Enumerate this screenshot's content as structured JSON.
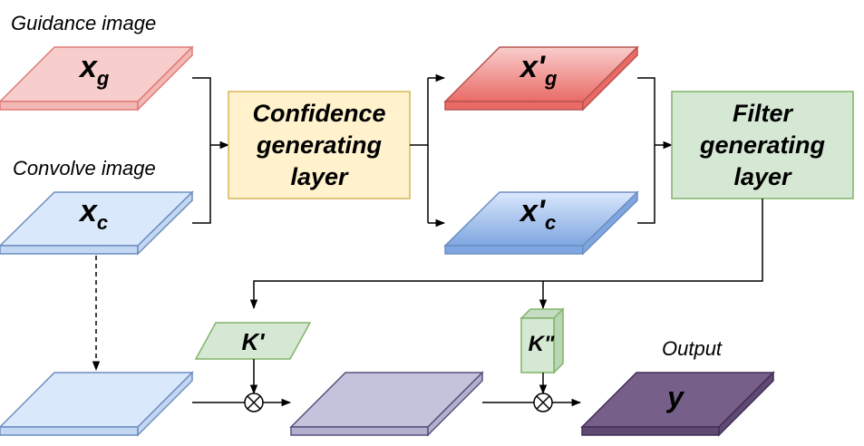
{
  "labels": {
    "guidance": "Guidance image",
    "convolve": "Convolve image",
    "output": "Output"
  },
  "planes": {
    "xg": {
      "main": "x",
      "sub": "g"
    },
    "xc": {
      "main": "x",
      "sub": "c"
    },
    "xg_prime": {
      "main": "x'",
      "sub": "g"
    },
    "xc_prime": {
      "main": "x'",
      "sub": "c"
    },
    "y": "y"
  },
  "boxes": {
    "confidence": [
      "Confidence",
      "generating",
      "layer"
    ],
    "filter": [
      "Filter",
      "generating",
      "layer"
    ]
  },
  "kernels": {
    "k_prime": "K'",
    "k_double": "K\""
  },
  "colors": {
    "red_fill": "#f8cecc",
    "red_stroke": "#e07a76",
    "red_strong_fill": "#ea6b66",
    "blue_fill": "#dae8fc",
    "blue_stroke": "#6c8ebf",
    "blue_strong_fill": "#7ea6e0",
    "yellow_fill": "#fff2cc",
    "yellow_stroke": "#d6b656",
    "green_fill": "#d5e8d4",
    "green_stroke": "#82b366",
    "lavender_fill": "#d0cee2",
    "lavender_stroke": "#56517e",
    "purple_fill": "#76608a",
    "purple_stroke": "#432d57"
  }
}
